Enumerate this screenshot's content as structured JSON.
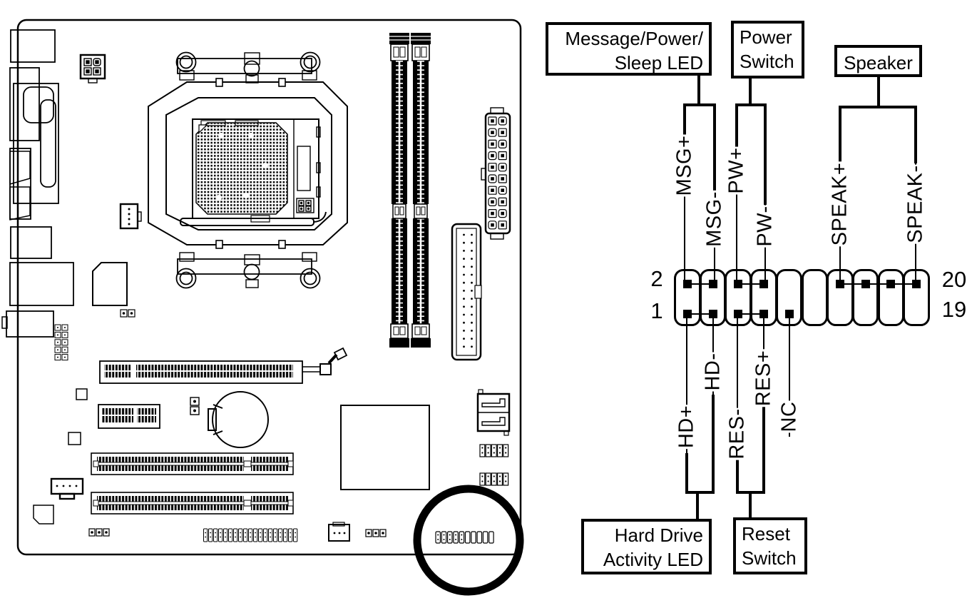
{
  "colors": {
    "ink": "#000000",
    "background": "#ffffff"
  },
  "left_figure": {
    "type": "motherboard-layout-diagram",
    "highlighted_component": "front-panel-header",
    "components": [
      "io-ports",
      "atx-12v-power-connector",
      "cpu-socket",
      "cpu-fan-header",
      "northbridge",
      "ddr-slot-1",
      "ddr-slot-2",
      "atx-24pin-power-connector",
      "ide-connector",
      "pcie-x16-slot",
      "pcie-x1-slot",
      "battery",
      "pci-slot-1",
      "pci-slot-2",
      "southbridge",
      "sata-connectors",
      "usb-header-1",
      "usb-header-2",
      "front-audio-header",
      "system-fan-header",
      "front-panel-header",
      "highlight-circle"
    ]
  },
  "right_diagram": {
    "boxes": {
      "msg_led": {
        "line1": "Message/Power/",
        "line2": "Sleep LED"
      },
      "power_switch": {
        "line1": "Power",
        "line2": "Switch"
      },
      "speaker": {
        "label": "Speaker"
      },
      "hdd_led": {
        "line1": "Hard Drive",
        "line2": "Activity LED"
      },
      "reset_switch": {
        "line1": "Reset",
        "line2": "Switch"
      }
    },
    "pin_labels": {
      "msg_plus": "MSG+",
      "msg_minus": "MSG-",
      "pw_plus": "PW+",
      "pw_minus": "PW-",
      "speak_plus": "SPEAK+",
      "speak_minus": "SPEAK-",
      "hd_plus": "HD+",
      "hd_minus": "HD-",
      "res_minus": "RES-",
      "res_plus": "RES+",
      "nc": "NC"
    },
    "corner_numbers": {
      "top_left": "2",
      "bottom_left": "1",
      "top_right": "20",
      "bottom_right": "19"
    },
    "connector": {
      "columns": 10,
      "top_pin_cols": [
        1,
        2,
        3,
        4,
        7,
        8,
        9,
        10
      ],
      "bottom_pin_cols": [
        1,
        2,
        3,
        4,
        5
      ],
      "top_links": [
        [
          1,
          2
        ],
        [
          3,
          4
        ],
        [
          7,
          10
        ]
      ],
      "bottom_links": [
        [
          1,
          2
        ],
        [
          3,
          4
        ]
      ]
    }
  }
}
